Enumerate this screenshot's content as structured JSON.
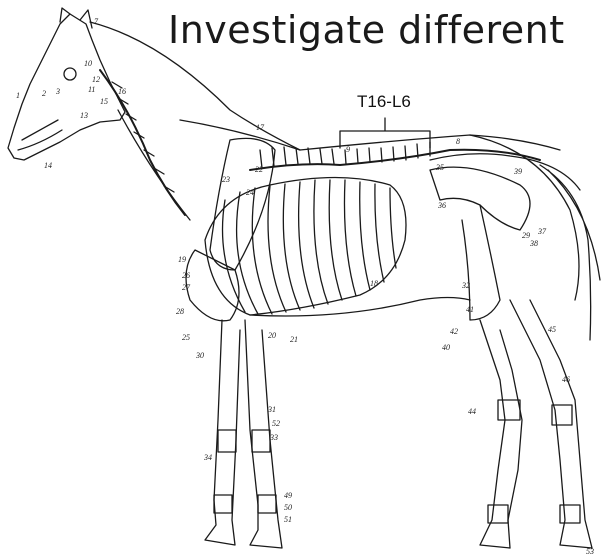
{
  "title": "Investigate different",
  "region_label": "T16-L6",
  "colors": {
    "ink": "#1a1a1a",
    "background": "#ffffff"
  },
  "labels": {
    "l1": "1",
    "l2": "2",
    "l3": "3",
    "l7": "7",
    "l8": "8",
    "l9": "9",
    "l10": "10",
    "l11": "11",
    "l12": "12",
    "l13": "13",
    "l14": "14",
    "l15": "15",
    "l16": "16",
    "l17": "17",
    "l18": "18",
    "l19": "19",
    "l20": "20",
    "l21": "21",
    "l22": "22",
    "l23": "23",
    "l24": "24",
    "l25": "25",
    "l26": "26",
    "l27": "27",
    "l28": "28",
    "l29": "29",
    "l30": "30",
    "l31": "31",
    "l32": "32",
    "l33": "33",
    "l34": "34",
    "l35": "35",
    "l36": "36",
    "l37": "37",
    "l38": "38",
    "l39": "39",
    "l40": "40",
    "l41": "41",
    "l42": "42",
    "l44": "44",
    "l45": "45",
    "l46": "46",
    "l49": "49",
    "l50": "50",
    "l51": "51",
    "l52": "52",
    "l53": "53"
  }
}
